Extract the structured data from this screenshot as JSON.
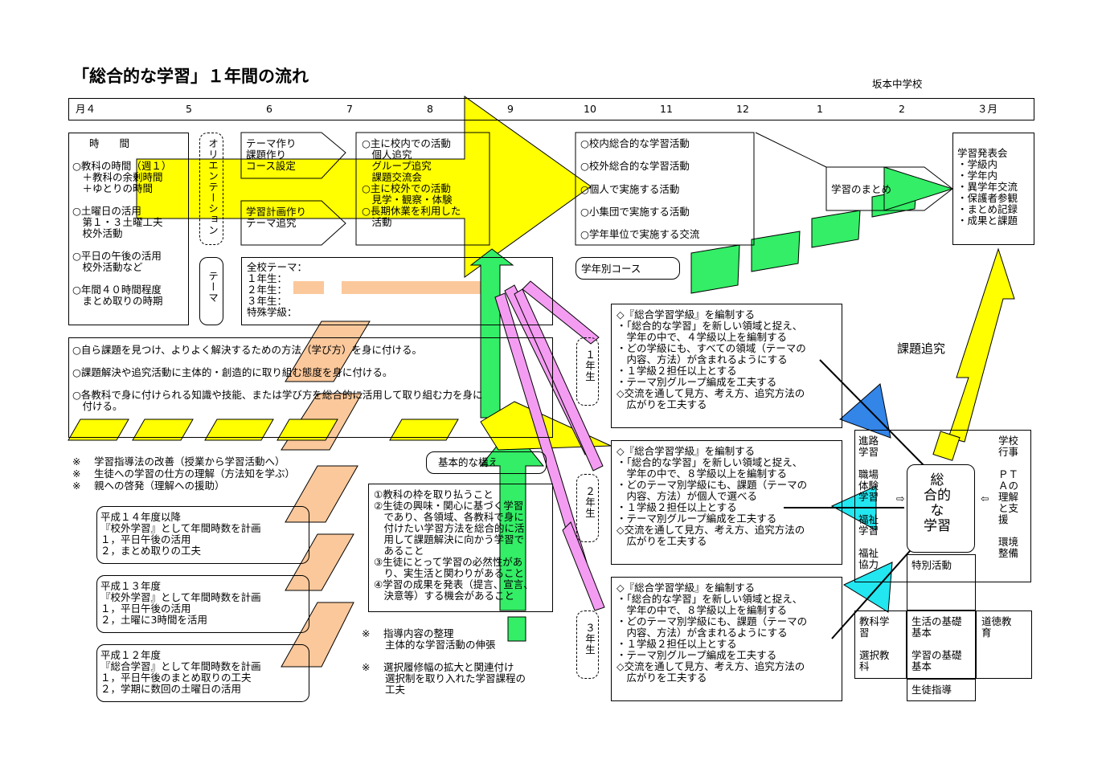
{
  "title": "「総合的な学習」１年間の流れ",
  "school": "坂本中学校",
  "months": [
    "月４",
    "5",
    "6",
    "7",
    "8",
    "9",
    "10",
    "11",
    "12",
    "1",
    "2",
    "３月"
  ],
  "time_box": {
    "header": "時　　間",
    "lines": "○教科の時間（週１）\n　＋教科の余剰時間\n　＋ゆとりの時間\n\n○土曜日の活用\n　第１・３土曜工夫\n　校外活動\n\n○平日の午後の活用\n　校外活動など\n\n○年間４０時間程度\n　まとめ取りの時期"
  },
  "orientation": "オリエンテーション",
  "theme_label": "テーマ",
  "course_setup": "テーマ作り\n課題作り\nコース設定",
  "plan": "学習計画作り\nテーマ追究",
  "activities": "○主に校内での活動\n　個人追究\n　グループ追究\n　課題交流会\n○主に校外での活動\n　見学・観察・体験\n○長期休業を利用した\n　活動",
  "summer_list": [
    "○校内総合的な学習活動",
    "○校外総合的な学習活動",
    "○個人で実施する活動",
    "○小集団で実施する活動",
    "○学年単位で実施する交流"
  ],
  "summary_label": "学習のまとめ",
  "presentation": "学習発表会\n・学級内\n・学年内\n・異学年交流\n・保護者参観\n・まとめ記録\n・成果と課題",
  "grade_course": "学年別コース",
  "school_theme": "全校テーマ：\n１年生：\n２年生：\n３年生：\n特殊学級：",
  "goals": [
    "○自ら課題を見つけ、よりよく解決するための方法（学び方）を身に付ける。",
    "○課題解決や追究活動に主体的・創造的に取り組む態度を身に付ける。",
    "○各教科で身に付けられる知識や技能、または学び方を総合的に活用して取り組む力を身に\n　付ける。"
  ],
  "notes": [
    "※　 学習指導法の改善（授業から学習活動へ）",
    "※　 生徒への学習の仕方の理解（方法知を学ぶ）",
    "※　 親への啓発（理解への援助）"
  ],
  "h14": "平成１４年度以降\n『校外学習』として年間時数を計画\n１，平日午後の活用\n２，まとめ取りの工夫",
  "h13": "平成１３年度\n『校外学習』として年間時数を計画\n１，平日午後の活用\n２，土曜に3時間を活用",
  "h12": "平成１２年度\n『総合学習』として年間時数を計画\n１，平日午後のまとめ取りの工夫\n２，学期に数回の土曜日の活用",
  "basic_label": "基本的な構え",
  "basic": "①教科の枠を取り払うこと\n②生徒の興味・関心に基づく学習\n　であり、各領域、各教科で身に\n　付けたい学習方法を総合的に活\n　用して課題解決に向かう学習で\n　あること\n③生徒にとって学習の必然性があ\n　り、実生活と関わりがあること\n④学習の成果を発表（提言、宣言、\n　決意等）する機会があること",
  "notes2": "※　 指導内容の整理\n　　 主体的な学習活動の伸張\n\n※　 選択履修幅の拡大と関連付け\n　　 選択制を取り入れた学習課程の\n　　 工夫",
  "grades": [
    "１年生",
    "２年生",
    "３年生"
  ],
  "grade1": "◇『総合学習学級』を編制する\n・「総合的な学習」を新しい領域と捉え、\n　学年の中で、４学級以上を編制する\n・どの学級にも、すべての領域（テーマの\n　内容、方法）が含まれるようにする\n・１学級２担任以上とする\n・テーマ別グループ編成を工夫する\n◇交流を通して見方、考え方、追究方法の\n　広がりを工夫する",
  "grade2": "◇『総合学習学級』を編制する\n・「総合的な学習」を新しい領域と捉え、\n　学年の中で、８学級以上を編制する\n・どのテーマ別学級にも、課題（テーマの\n　内容、方法）が個人で選べる\n・１学級２担任以上とする\n・テーマ別グループ編成を工夫する\n◇交流を通して見方、考え方、追究方法の\n　広がりを工夫する",
  "grade3": "◇『総合学習学級』を編制する\n・「総合的な学習」を新しい領域と捉え、\n　学年の中で、８学級以上を編制する\n・どのテーマ別学級にも、課題（テーマの\n　内容、方法）が含まれるようにする\n・１学級２担任以上とする\n・テーマ別グループ編成を工夫する\n◇交流を通して見方、考え方、追究方法の\n　広がりを工夫する",
  "kadai": "課題追究",
  "side_left": "進路\n学習\n\n職場\n体験\n学習\n\n福祉\n学習\n\n福祉\n協力",
  "center": "総\n合的\nな\n学習",
  "side_right": "学校\n行事\n\nＰＴ\nＡの\n理解\nと支\n援\n\n環境\n整備",
  "arrow_l": "⇨",
  "arrow_r": "⇦",
  "tokubetsu": "特別活動",
  "kyoka": "教科学\n習\n\n選択教\n科",
  "seikatsu": "生活の基礎\n基本\n\n学習の基礎\n基本",
  "dotoku": "道徳教\n育",
  "seito": "生徒指導",
  "colors": {
    "yellow": "#ffff00",
    "green": "#33ee66",
    "pink": "#f49cf2",
    "peach": "#fbc89b",
    "blue": "#3385e8",
    "cyan": "#22e6f0"
  }
}
